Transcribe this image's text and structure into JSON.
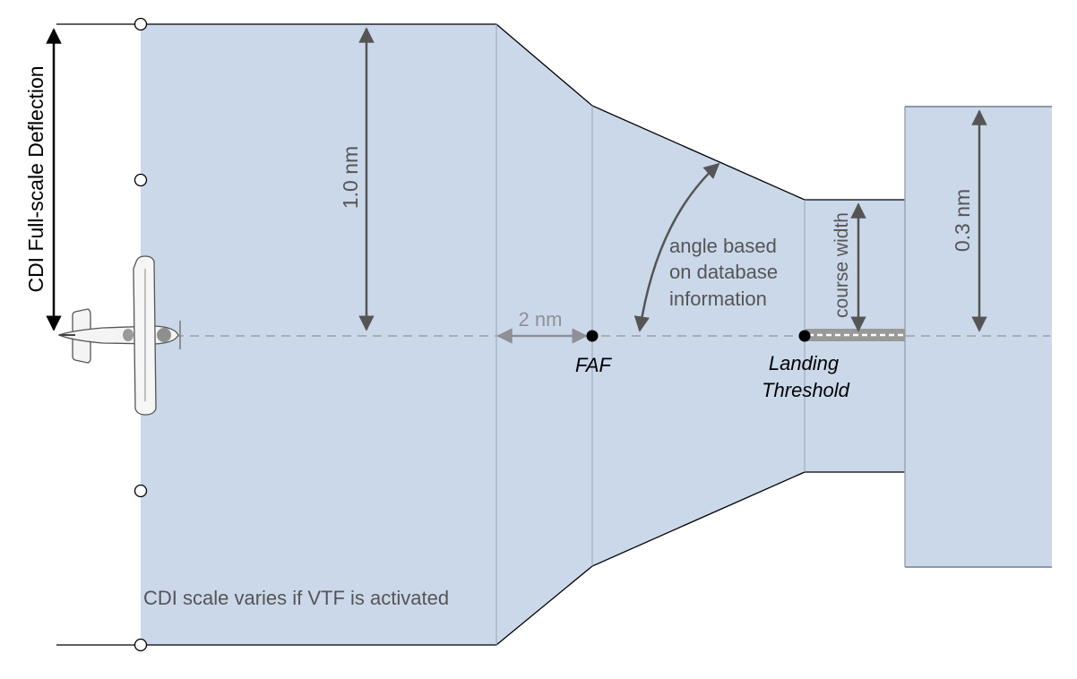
{
  "labels": {
    "cdi_full_scale": "CDI Full-scale Deflection",
    "one_nm": "1.0 nm",
    "two_nm": "2 nm",
    "faf": "FAF",
    "landing": "Landing",
    "threshold": "Threshold",
    "angle_line1": "angle based",
    "angle_line2": "on database",
    "angle_line3": "information",
    "course_width": "course width",
    "point_three_nm": "0.3 nm",
    "cdi_scale_varies": "CDI scale varies if VTF is activated"
  },
  "colors": {
    "zone_fill": "#cbd8ea",
    "zone_edge": "#8e99a8",
    "dim_arrow": "#555555",
    "centerline": "#a9adb3",
    "black": "#000000"
  }
}
